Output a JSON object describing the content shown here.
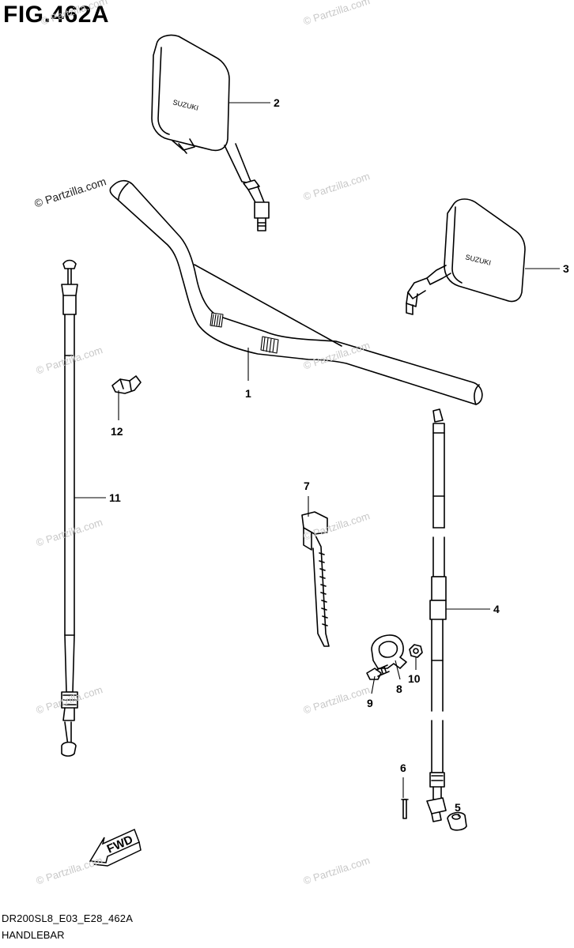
{
  "figure": {
    "title": "FIG.462A",
    "code": "DR200SL8_E03_E28_462A",
    "name": "HANDLEBAR"
  },
  "watermark": "© Partzilla.com",
  "fwd_label": "FWD",
  "mirror_brand": "SUZUKI",
  "callouts": [
    {
      "id": "1",
      "part": "handlebar"
    },
    {
      "id": "2",
      "part": "mirror-left"
    },
    {
      "id": "3",
      "part": "mirror-right"
    },
    {
      "id": "4",
      "part": "throttle-cable"
    },
    {
      "id": "5",
      "part": "cable-end-cap"
    },
    {
      "id": "6",
      "part": "pin"
    },
    {
      "id": "7",
      "part": "cable-tie"
    },
    {
      "id": "8",
      "part": "clamp"
    },
    {
      "id": "9",
      "part": "bolt"
    },
    {
      "id": "10",
      "part": "nut"
    },
    {
      "id": "11",
      "part": "clutch-cable"
    },
    {
      "id": "12",
      "part": "cable-clip"
    }
  ]
}
